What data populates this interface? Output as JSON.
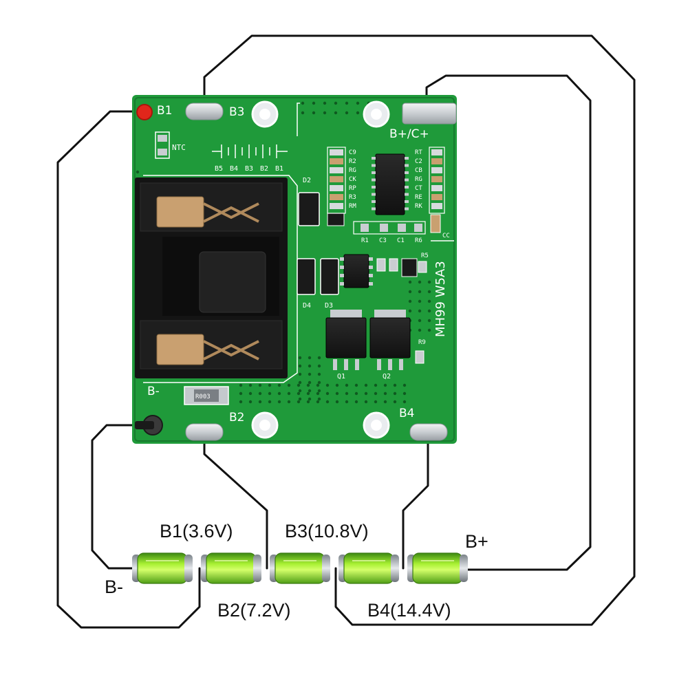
{
  "board": {
    "pad_b1": "B1",
    "pad_b3": "B3",
    "pad_bplus_c": "B+/C+",
    "pad_bminus": "B-",
    "pad_b2": "B2",
    "pad_b4": "B4",
    "ntc": "NTC",
    "cell_taps": [
      "B5",
      "B4",
      "B3",
      "B2",
      "B1"
    ],
    "part_code": "MH99 W5A3",
    "d2": "D2",
    "d3": "D3",
    "d4": "D4",
    "q1": "Q1",
    "q2": "Q2",
    "r1": "R1",
    "c3": "C3",
    "c1": "C1",
    "r6": "R6",
    "cc": "CC",
    "r5": "R5",
    "r9": "R9",
    "left_cols": [
      "C9",
      "R2",
      "RG",
      "CK",
      "RP",
      "R3",
      "RM"
    ],
    "right_cols": [
      "RT",
      "C2",
      "CB",
      "RG",
      "CT",
      "RE",
      "RK"
    ],
    "shunt": "R003",
    "colors": {
      "pcb": "#1f9a3a",
      "pcb_dark": "#15702a",
      "silk": "#ffffff",
      "battery_glow": "#b6f53c",
      "wire": "#111111",
      "red_lead": "#e0261b"
    }
  },
  "diagram": {
    "label_b1": "B1(3.6V)",
    "label_b3": "B3(10.8V)",
    "label_bplus": "B+",
    "label_bminus": "B-",
    "label_b2": "B2(7.2V)",
    "label_b4": "B4(14.4V)"
  }
}
